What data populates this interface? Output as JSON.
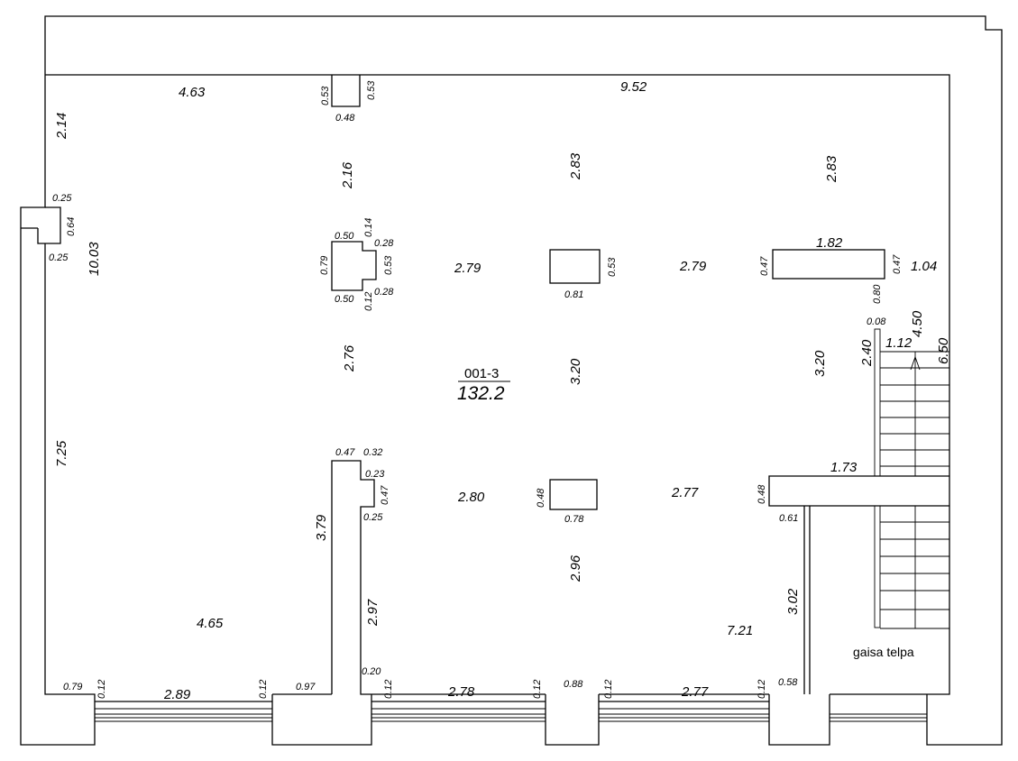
{
  "room": {
    "code": "001-3",
    "area": "132.2"
  },
  "rooms": {
    "gas_room_label": "gaisa telpa"
  },
  "dimensions": {
    "top_left_width": "4.63",
    "top_right_width": "9.52",
    "left_top_offset": "2.14",
    "notch_left": "0.53",
    "notch_right": "0.53",
    "notch_width": "0.48",
    "niche_top": "0.25",
    "niche_depth": "0.64",
    "niche_bottom": "0.25",
    "left_full_height": "10.03",
    "left_lower_height": "7.25",
    "col1_gap_top": "2.16",
    "col2_gap_top": "2.83",
    "col3_gap_top": "2.83",
    "colA_width_top": "0.50",
    "colA_step_top": "0.14",
    "colA_offset_top": "0.28",
    "colA_height": "0.79",
    "colA_projection": "0.53",
    "colA_width_bottom": "0.50",
    "colA_step_bottom": "0.12",
    "colA_offset_bottom": "0.28",
    "gap_a_b": "2.79",
    "colB_height": "0.53",
    "colB_width": "0.81",
    "gap_b_c": "2.79",
    "colC_width": "1.82",
    "colC_left": "0.47",
    "colC_right": "0.47",
    "right_gap_top": "1.04",
    "colC_below": "0.80",
    "rail_width": "0.08",
    "stair_total": "4.50",
    "stair_landing": "1.12",
    "stair_height": "6.50",
    "stair_flight": "2.40",
    "mid_gap_left": "2.76",
    "mid_gap_center": "3.20",
    "mid_gap_right": "3.20",
    "wallD_width": "0.47",
    "wallD_step_top": "0.32",
    "wallD_step_mid": "0.23",
    "wallD_step_side": "0.47",
    "wallD_step_bottom": "0.25",
    "landing_width": "1.73",
    "gap_d_e": "2.80",
    "colE_height": "0.48",
    "colE_width": "0.78",
    "gap_e_f": "2.77",
    "landing_depth": "0.48",
    "landing_offset": "0.61",
    "wallD_height": "3.79",
    "colE_below": "2.96",
    "gas_wall_height": "3.02",
    "wallD_lower": "2.97",
    "left_lower_width": "4.65",
    "right_lower_width": "7.21",
    "b_seg1": "0.79",
    "b_jamb1": "0.12",
    "b_win1": "2.89",
    "b_jamb2": "0.12",
    "b_seg2": "0.97",
    "b_jamb3": "0.20",
    "b_jamb4": "0.12",
    "b_win2": "2.78",
    "b_jamb5": "0.12",
    "b_seg3": "0.88",
    "b_jamb6": "0.12",
    "b_win3": "2.77",
    "b_jamb7": "0.12",
    "b_seg4": "0.58"
  }
}
